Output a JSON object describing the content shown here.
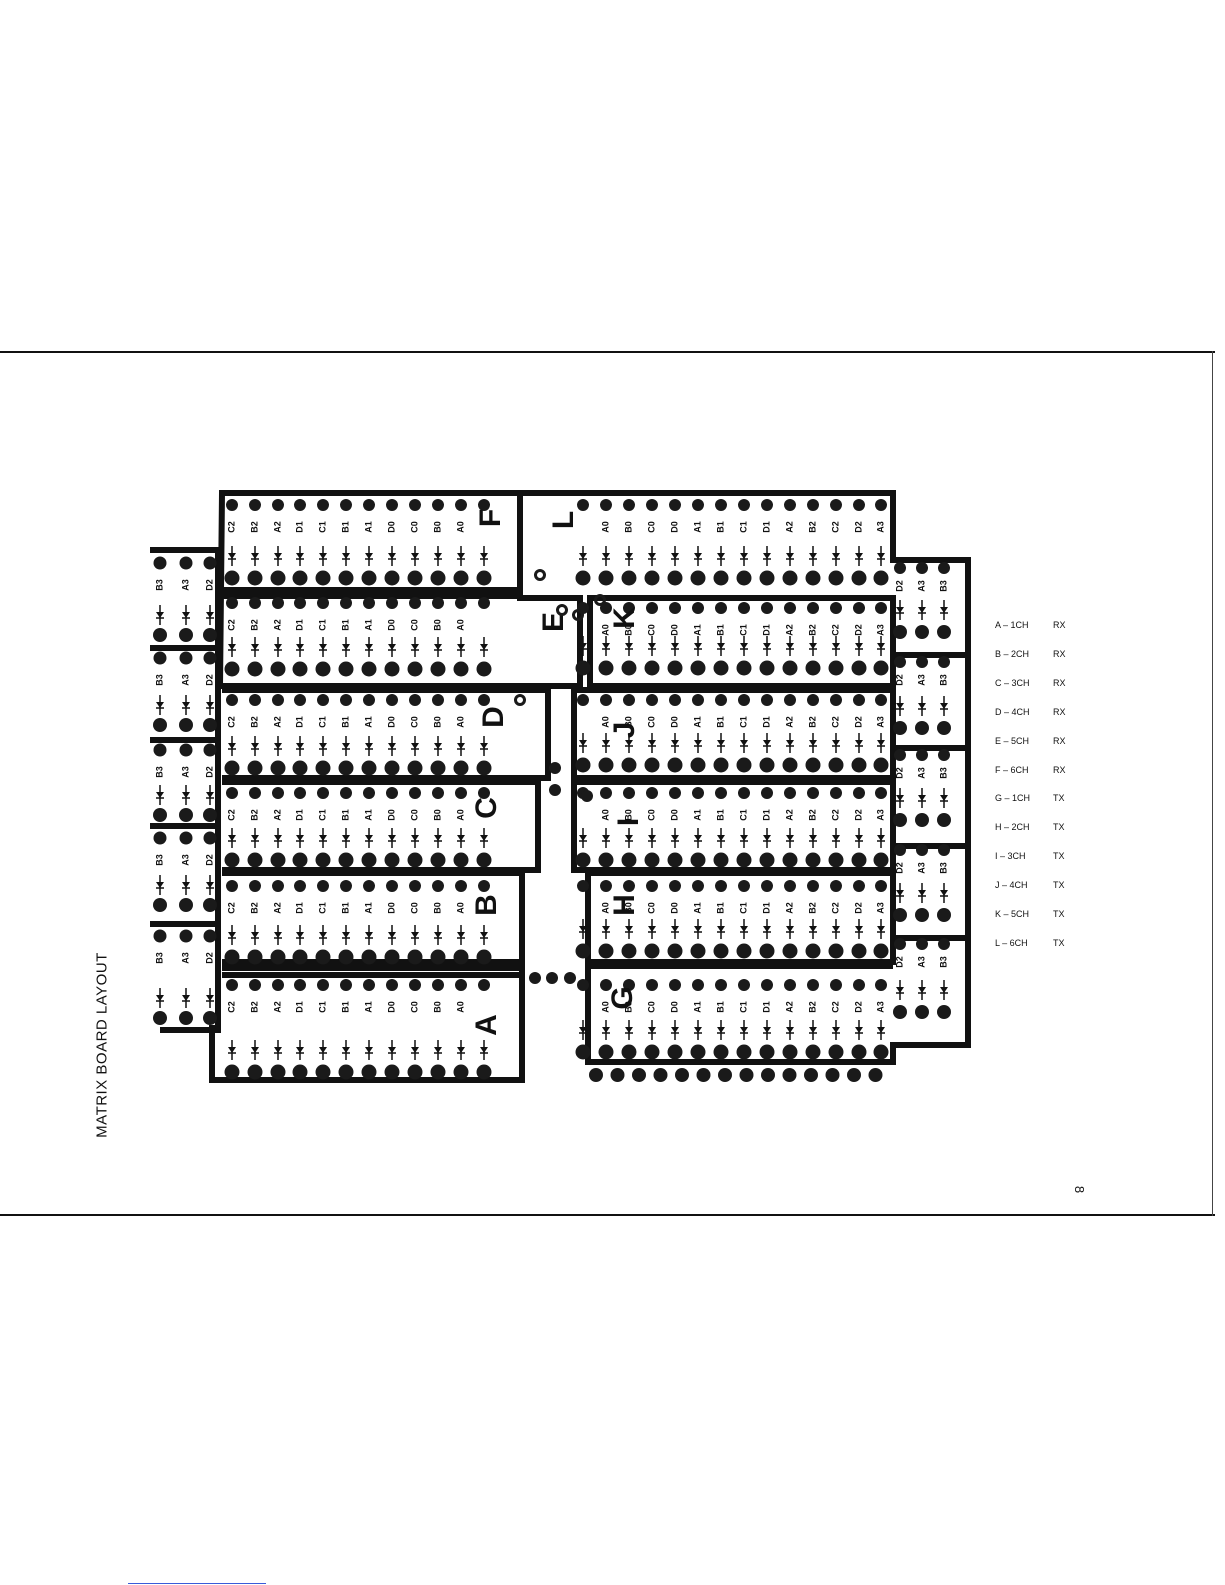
{
  "page": {
    "title": "MATRIX BOARD LAYOUT",
    "page_number": "8"
  },
  "board": {
    "group_letters": [
      "A",
      "B",
      "C",
      "D",
      "E",
      "F",
      "G",
      "H",
      "I",
      "J",
      "K",
      "L"
    ],
    "lines": [
      "A0",
      "B0",
      "C0",
      "D0",
      "A1",
      "B1",
      "C1",
      "D1",
      "A2",
      "B2",
      "C2",
      "D2",
      "A3",
      "B3"
    ],
    "colors": {
      "ink": "#111111",
      "pad": "#1a1a1a",
      "paper": "#ffffff"
    }
  },
  "legend": [
    {
      "channel": "A – 1CH",
      "direction": "RX"
    },
    {
      "channel": "B – 2CH",
      "direction": "RX"
    },
    {
      "channel": "C – 3CH",
      "direction": "RX"
    },
    {
      "channel": "D – 4CH",
      "direction": "RX"
    },
    {
      "channel": "E – 5CH",
      "direction": "RX"
    },
    {
      "channel": "F – 6CH",
      "direction": "RX"
    },
    {
      "channel": "G – 1CH",
      "direction": "TX"
    },
    {
      "channel": "H – 2CH",
      "direction": "TX"
    },
    {
      "channel": "I – 3CH",
      "direction": "TX"
    },
    {
      "channel": "J – 4CH",
      "direction": "TX"
    },
    {
      "channel": "K – 5CH",
      "direction": "TX"
    },
    {
      "channel": "L – 6CH",
      "direction": "TX"
    }
  ]
}
